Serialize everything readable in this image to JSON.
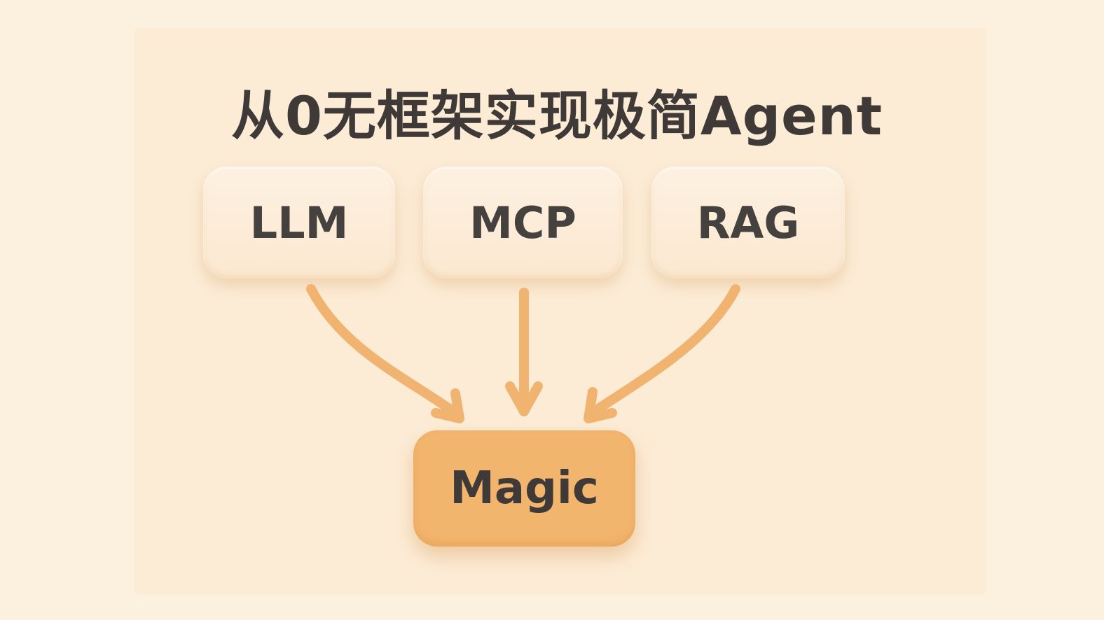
{
  "title": "从0无框架实现极简Agent",
  "nodes": [
    {
      "id": "llm",
      "label": "LLM"
    },
    {
      "id": "mcp",
      "label": "MCP"
    },
    {
      "id": "rag",
      "label": "RAG"
    }
  ],
  "target": {
    "id": "magic",
    "label": "Magic"
  },
  "edges": [
    {
      "from": "llm",
      "to": "magic"
    },
    {
      "from": "mcp",
      "to": "magic"
    },
    {
      "from": "rag",
      "to": "magic"
    }
  ],
  "colors": {
    "arrow": "#f0b470",
    "target_fill": "#f2b56e",
    "text": "#3f3a37"
  }
}
